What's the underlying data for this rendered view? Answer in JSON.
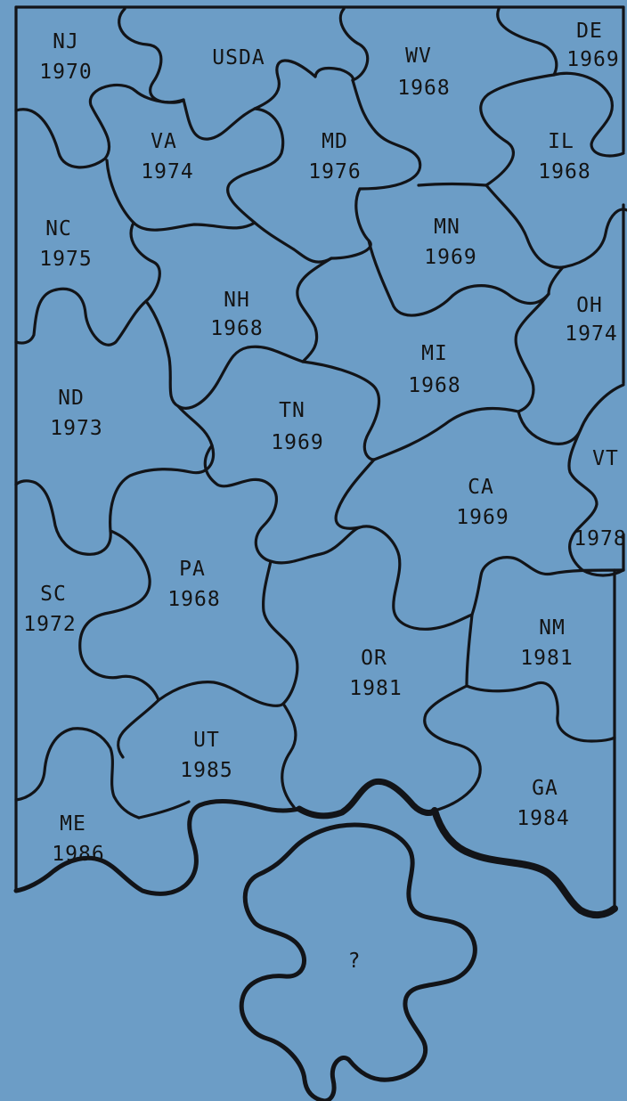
{
  "pieces": [
    {
      "id": "nj",
      "state": "NJ",
      "year": "1970"
    },
    {
      "id": "usda",
      "state": "USDA",
      "year": ""
    },
    {
      "id": "wv",
      "state": "WV",
      "year": "1968"
    },
    {
      "id": "de",
      "state": "DE",
      "year": "1969"
    },
    {
      "id": "va",
      "state": "VA",
      "year": "1974"
    },
    {
      "id": "md",
      "state": "MD",
      "year": "1976"
    },
    {
      "id": "il",
      "state": "IL",
      "year": "1968"
    },
    {
      "id": "nc",
      "state": "NC",
      "year": "1975"
    },
    {
      "id": "mn",
      "state": "MN",
      "year": "1969"
    },
    {
      "id": "nh",
      "state": "NH",
      "year": "1968"
    },
    {
      "id": "oh",
      "state": "OH",
      "year": "1974"
    },
    {
      "id": "mi",
      "state": "MI",
      "year": "1968"
    },
    {
      "id": "nd",
      "state": "ND",
      "year": "1973"
    },
    {
      "id": "tn",
      "state": "TN",
      "year": "1969"
    },
    {
      "id": "vt",
      "state": "VT",
      "year": "1978"
    },
    {
      "id": "ca",
      "state": "CA",
      "year": "1969"
    },
    {
      "id": "pa",
      "state": "PA",
      "year": "1968"
    },
    {
      "id": "sc",
      "state": "SC",
      "year": "1972"
    },
    {
      "id": "nm",
      "state": "NM",
      "year": "1981"
    },
    {
      "id": "or",
      "state": "OR",
      "year": "1981"
    },
    {
      "id": "ut",
      "state": "UT",
      "year": "1985"
    },
    {
      "id": "ga",
      "state": "GA",
      "year": "1984"
    },
    {
      "id": "me",
      "state": "ME",
      "year": "1986"
    }
  ],
  "missing_piece": {
    "label": "?"
  },
  "colors": {
    "background": "#6c9dc6",
    "ink": "#121418"
  }
}
